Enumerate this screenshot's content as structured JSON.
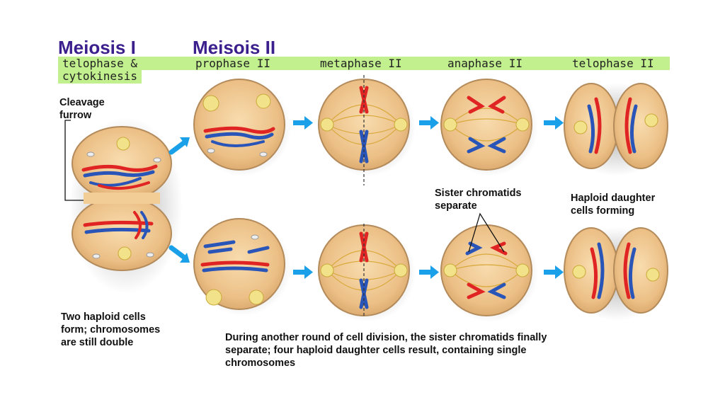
{
  "headings": {
    "meiosis_one": "Meiosis I",
    "meiosis_two": "Meisois II"
  },
  "phases": {
    "telophase_cytokinesis": [
      "telophase &",
      "cytokinesis"
    ],
    "prophase_two": "prophase II",
    "metaphase_two": "metaphase II",
    "anaphase_two": "anaphase II",
    "telophase_two": "telophase II"
  },
  "labels": {
    "cleavage_furrow": [
      "Cleavage",
      "furrow"
    ],
    "sister_chromatids": [
      "Sister chromatids",
      "separate"
    ],
    "haploid_daughter": [
      "Haploid daughter",
      "cells forming"
    ],
    "two_haploid": [
      "Two haploid cells",
      "form; chromosomes",
      "are still double"
    ],
    "bottom_caption": [
      "During another round of cell division, the sister chromatids finally",
      "separate; four haploid daughter cells result, containing single",
      "chromosomes"
    ]
  },
  "colors": {
    "heading": "#3b1f8c",
    "band": "#c3f08e",
    "cell_fill": "#e8b97a",
    "cell_edge": "#b38a5a",
    "spindle": "#d9a93c",
    "chromosome_red": "#e02424",
    "chromosome_blue": "#2a55b8",
    "arrow": "#1aa0e8"
  }
}
